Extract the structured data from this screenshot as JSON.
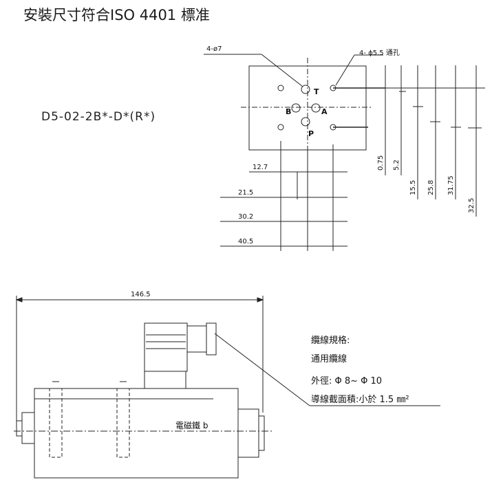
{
  "title": "安裝尺寸符合ISO 4401 標准",
  "model_code": "D5-02-2B*-D*(R*)",
  "top_view": {
    "callout_left": "4-ø7",
    "callout_right": "4- ϕ5.5 通孔",
    "ports": {
      "T": "T",
      "B": "B",
      "A": "A",
      "P": "P"
    },
    "horizontal_dims": [
      "12.7",
      "21.5",
      "30.2",
      "40.5"
    ],
    "vertical_dims": [
      "0.75",
      "5.2",
      "15.5",
      "25.8",
      "31.75",
      "32.5"
    ]
  },
  "side_view": {
    "overall_length": "146.5",
    "solenoid_label": "電磁鐵 b"
  },
  "cable_notes": {
    "heading": "纜線規格:",
    "line1": "通用纜線",
    "line2": "外徑: Φ 8~ Φ 10",
    "line3": "導線截面積:小於 1.5 ㎜²"
  }
}
